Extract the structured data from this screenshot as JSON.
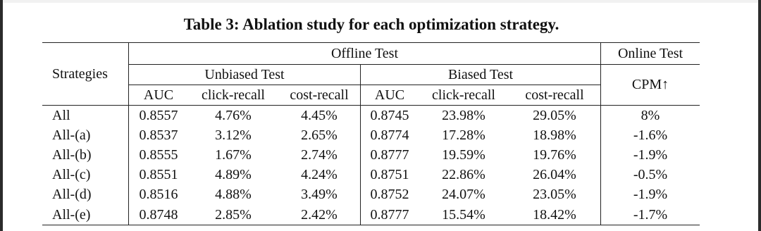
{
  "caption": "Table 3: Ablation study for each optimization strategy.",
  "header": {
    "strategies": "Strategies",
    "offline": "Offline Test",
    "online": "Online Test",
    "unbiased": "Unbiased Test",
    "biased": "Biased Test",
    "cpm": "CPM↑",
    "cols": [
      "AUC",
      "click-recall",
      "cost-recall",
      "AUC",
      "click-recall",
      "cost-recall"
    ]
  },
  "rows": [
    {
      "strategy": "All",
      "cells": [
        "0.8557",
        "4.76%",
        "4.45%",
        "0.8745",
        "23.98%",
        "29.05%",
        "8%"
      ]
    },
    {
      "strategy": "All-(a)",
      "cells": [
        "0.8537",
        "3.12%",
        "2.65%",
        "0.8774",
        "17.28%",
        "18.98%",
        "-1.6%"
      ]
    },
    {
      "strategy": "All-(b)",
      "cells": [
        "0.8555",
        "1.67%",
        "2.74%",
        "0.8777",
        "19.59%",
        "19.76%",
        "-1.9%"
      ]
    },
    {
      "strategy": "All-(c)",
      "cells": [
        "0.8551",
        "4.89%",
        "4.24%",
        "0.8751",
        "22.86%",
        "26.04%",
        "-0.5%"
      ]
    },
    {
      "strategy": "All-(d)",
      "cells": [
        "0.8516",
        "4.88%",
        "3.49%",
        "0.8752",
        "24.07%",
        "23.05%",
        "-1.9%"
      ]
    },
    {
      "strategy": "All-(e)",
      "cells": [
        "0.8748",
        "2.85%",
        "2.42%",
        "0.8777",
        "15.54%",
        "18.42%",
        "-1.7%"
      ]
    }
  ]
}
